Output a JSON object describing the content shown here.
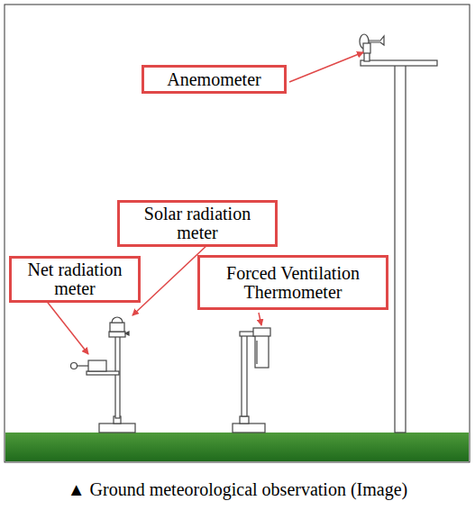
{
  "diagram": {
    "caption": "▲ Ground meteorological observation (Image)",
    "nodes": [
      {
        "text": [
          "Anemometer"
        ]
      },
      {
        "text": [
          "Solar radiation meter"
        ]
      },
      {
        "text": [
          "Net radiation meter"
        ]
      },
      {
        "text": [
          "Forced Ventilation Thermometer"
        ]
      }
    ]
  }
}
